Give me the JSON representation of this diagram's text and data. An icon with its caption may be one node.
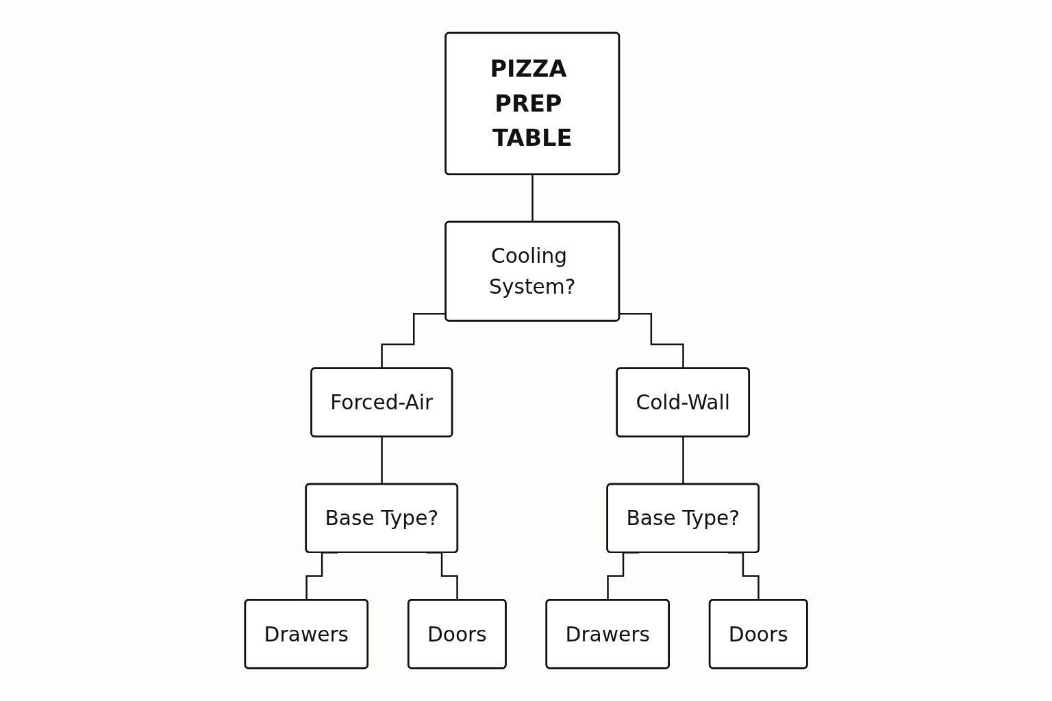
{
  "diagram": {
    "nodes": [
      {
        "text": [
          "PIZZA PREP TABLE"
        ]
      },
      {
        "text": [
          "Cooling System?"
        ]
      },
      {
        "text": [
          "Forced-Air"
        ]
      },
      {
        "text": [
          "Cold-Wall"
        ]
      },
      {
        "text": [
          "Base Type?"
        ]
      },
      {
        "text": [
          "Base Type?"
        ]
      },
      {
        "text": [
          "Drawers"
        ]
      },
      {
        "text": [
          "Doors"
        ]
      },
      {
        "text": [
          "Drawers"
        ]
      },
      {
        "text": [
          "Doors"
        ]
      }
    ],
    "edges": [
      {
        "from": 0,
        "to": 1,
        "arrow": "none"
      },
      {
        "from": 1,
        "to": 2,
        "arrow": "none"
      },
      {
        "from": 1,
        "to": 3,
        "arrow": "none"
      },
      {
        "from": 2,
        "to": 4,
        "arrow": "none"
      },
      {
        "from": 3,
        "to": 5,
        "arrow": "none"
      },
      {
        "from": 4,
        "to": 6,
        "arrow": "none"
      },
      {
        "from": 4,
        "to": 7,
        "arrow": "none"
      },
      {
        "from": 5,
        "to": 8,
        "arrow": "none"
      },
      {
        "from": 5,
        "to": 9,
        "arrow": "none"
      }
    ]
  }
}
